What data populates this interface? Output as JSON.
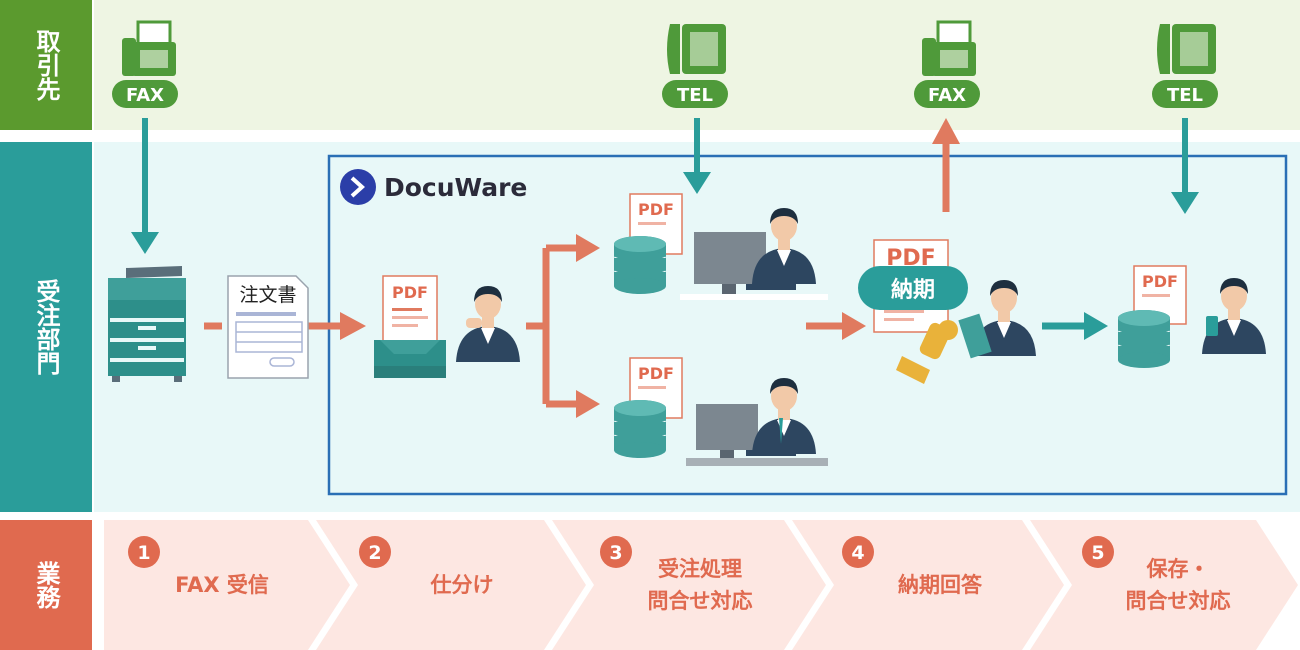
{
  "lanes": {
    "partner": "取引先",
    "department": "受注部門",
    "operations": "業務"
  },
  "brand": {
    "name": "DocuWare"
  },
  "devices": {
    "fax_in": "FAX",
    "tel_in": "TEL",
    "fax_out": "FAX",
    "tel_out": "TEL"
  },
  "documents": {
    "order_form_title": "注文書",
    "pdf_label": "PDF",
    "deadline_label": "納期"
  },
  "steps": [
    {
      "number": "1",
      "line1": "FAX 受信",
      "line2": ""
    },
    {
      "number": "2",
      "line1": "仕分け",
      "line2": ""
    },
    {
      "number": "3",
      "line1": "受注処理",
      "line2": "問合せ対応"
    },
    {
      "number": "4",
      "line1": "納期回答",
      "line2": ""
    },
    {
      "number": "5",
      "line1": "保存・",
      "line2": "問合せ対応"
    }
  ],
  "colors": {
    "partner_band": "#eef5e3",
    "partner_label_bg": "#5b9a2e",
    "department_band": "#e8f8f8",
    "department_label_bg": "#2a9d9a",
    "operations_label_bg": "#e06a4f",
    "operations_band": "#fde7e2",
    "teal_arrow": "#2a9d9a",
    "orange_arrow": "#e07a5f",
    "device_green": "#4f9a3a",
    "docuware_border": "#2a6fb5",
    "docuware_blue": "#2b3ea8",
    "step_badge": "#e06a4f"
  }
}
